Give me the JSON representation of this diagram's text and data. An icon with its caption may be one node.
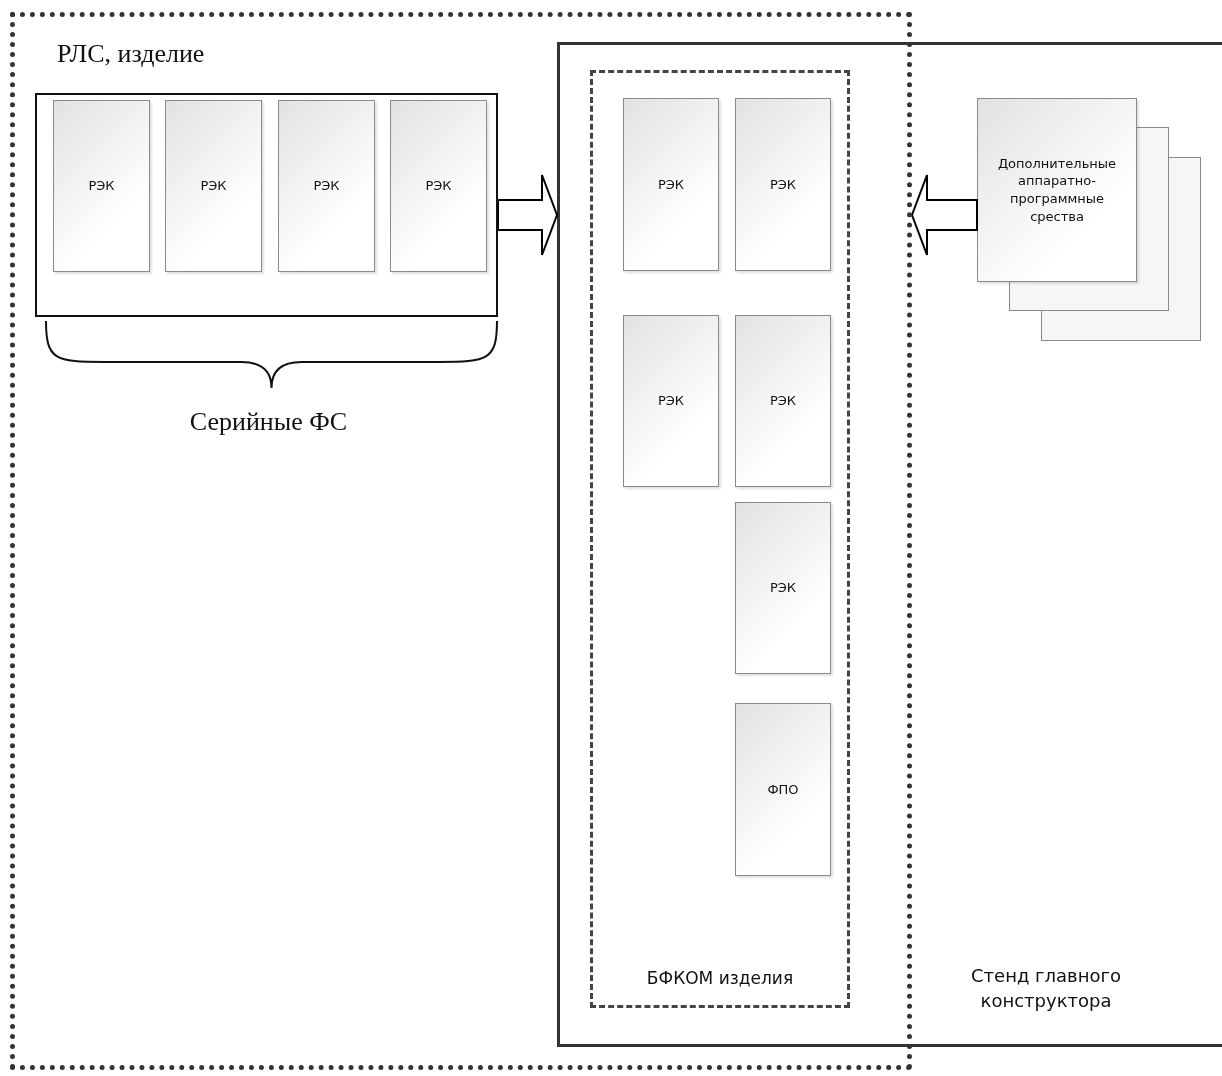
{
  "diagram": {
    "nodes": [
      {
        "text": [
          "РЛС, изделие"
        ]
      },
      {
        "text": [],
        "shape": "box",
        "in": 0,
        "beside": [
          "Серийные ФС"
        ]
      },
      {
        "text": [
          "РЭК"
        ],
        "in": 1
      },
      {
        "text": [
          "РЭК"
        ],
        "in": 1
      },
      {
        "text": [
          "РЭК"
        ],
        "in": 1
      },
      {
        "text": [
          "РЭК"
        ],
        "in": 1
      },
      {
        "text": [
          "Стенд главного конструктора"
        ]
      },
      {
        "text": [
          "БФКОМ изделия"
        ]
      },
      {
        "text": [
          "РЭК"
        ],
        "in": 7
      },
      {
        "text": [
          "РЭК"
        ],
        "in": 7
      },
      {
        "text": [
          "РЭК"
        ],
        "in": 7
      },
      {
        "text": [
          "РЭК"
        ],
        "in": 7
      },
      {
        "text": [
          "РЭК"
        ],
        "in": 7
      },
      {
        "text": [
          "ФПО"
        ],
        "in": 7
      },
      {
        "text": [
          "Дополнительные аппаратно-программные срества"
        ],
        "in": 6
      }
    ],
    "edges": [
      {
        "from": 1,
        "to": 6,
        "arrow": "to"
      },
      {
        "from": 14,
        "to": 0,
        "arrow": "to"
      }
    ]
  }
}
